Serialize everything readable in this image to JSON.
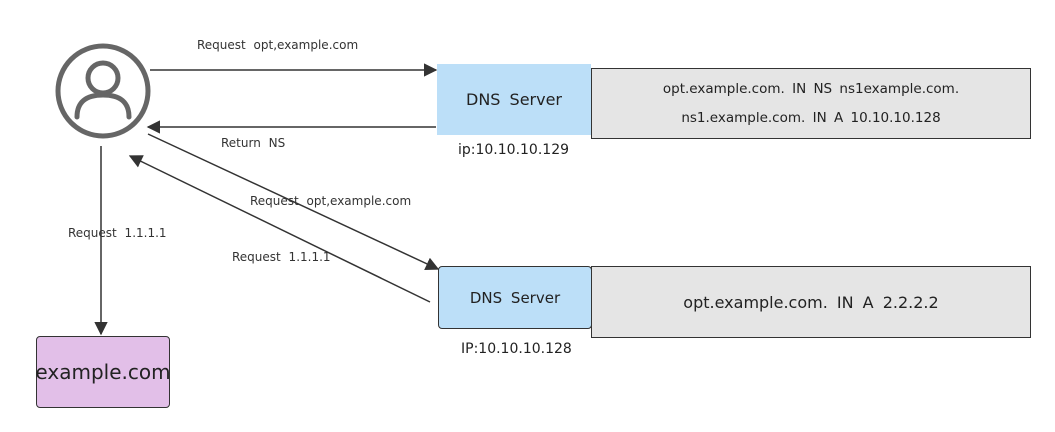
{
  "diagram": {
    "dns_server_1": {
      "label": "DNS  Server",
      "ip": "ip:10.10.10.129",
      "records": [
        "opt.example.com.  IN  NS   ns1example.com.",
        "ns1.example.com.  IN  A  10.10.10.128"
      ]
    },
    "dns_server_2": {
      "label": "DNS  Server",
      "ip": "IP:10.10.10.128",
      "records": [
        "opt.example.com.  IN  A  2.2.2.2"
      ]
    },
    "target_host": {
      "label": "example.com"
    },
    "edges": {
      "request_to_dns1": "Request   opt,example.com",
      "return_ns": "Return   NS",
      "request_to_dns2": "Request   opt,example.com",
      "reply_from_dns2": "Request  1.1.1.1",
      "request_to_host": "Request  1.1.1.1"
    },
    "colors": {
      "dns_fill": "#bcdff8",
      "record_fill": "#e5e5e5",
      "host_fill": "#e2bfe8",
      "stroke": "#333333",
      "user_icon": "#666666"
    },
    "icons": {
      "user": "user-icon"
    }
  }
}
